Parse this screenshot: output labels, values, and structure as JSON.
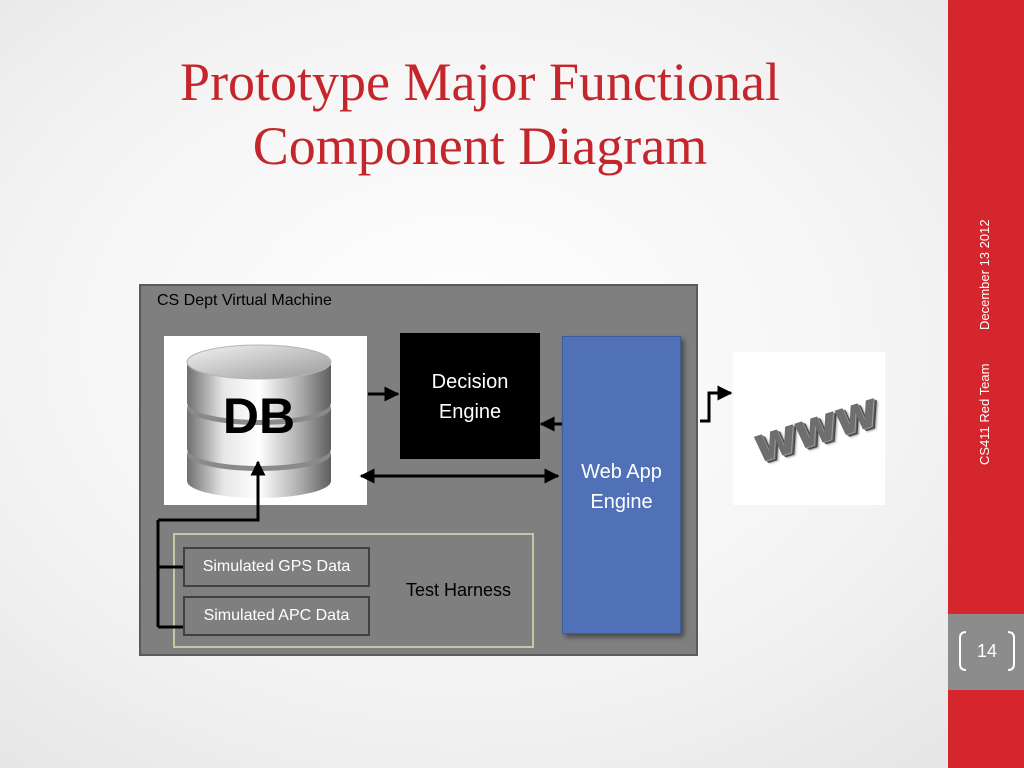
{
  "slide": {
    "title_line1": "Prototype Major Functional",
    "title_line2": "Component Diagram",
    "date": "December 13 2012",
    "team": "CS411 Red Team",
    "page_number": "14"
  },
  "diagram": {
    "vm_label": "CS Dept Virtual Machine",
    "db_label": "DB",
    "decision_line1": "Decision",
    "decision_line2": "Engine",
    "webapp_line1": "Web App",
    "webapp_line2": "Engine",
    "harness_label": "Test Harness",
    "sim_gps": "Simulated GPS Data",
    "sim_apc": "Simulated APC Data",
    "www_label": "www"
  },
  "colors": {
    "accent": "#d4262c",
    "title": "#c4262b",
    "web_app": "#5070b8",
    "vm_background": "#7f7f7f"
  }
}
